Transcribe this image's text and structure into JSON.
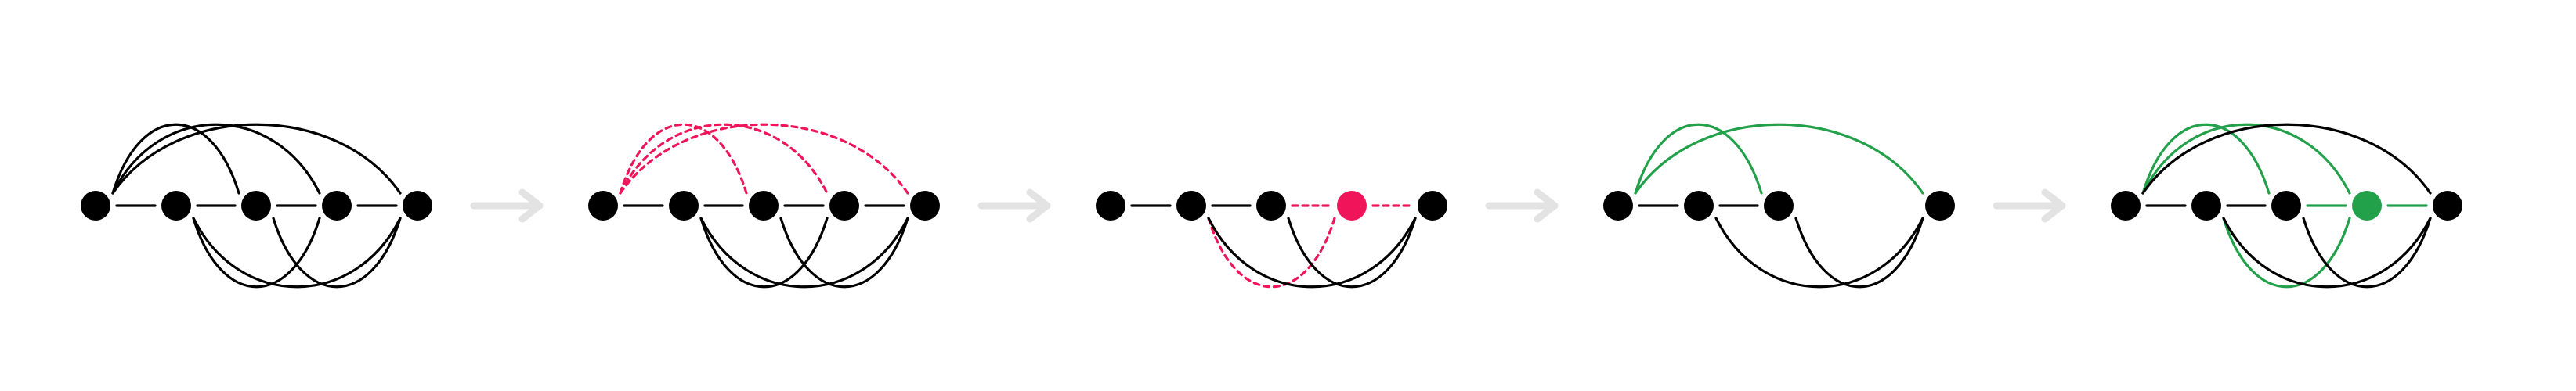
{
  "colors": {
    "node": "#000000",
    "edge": "#000000",
    "removed": "#f0145a",
    "added": "#22a04a",
    "arrow": "#e3e3e3"
  },
  "diagram": {
    "panels": [
      {
        "name": "original-graph",
        "nodes": [
          {
            "id": 0,
            "c": "black"
          },
          {
            "id": 1,
            "c": "black"
          },
          {
            "id": 2,
            "c": "black"
          },
          {
            "id": 3,
            "c": "black"
          },
          {
            "id": 4,
            "c": "black"
          }
        ],
        "edges": [
          {
            "a": 0,
            "b": 1,
            "k": "line"
          },
          {
            "a": 1,
            "b": 2,
            "k": "line"
          },
          {
            "a": 2,
            "b": 3,
            "k": "line"
          },
          {
            "a": 3,
            "b": 4,
            "k": "line"
          },
          {
            "a": 0,
            "b": 2,
            "k": "up"
          },
          {
            "a": 0,
            "b": 3,
            "k": "up"
          },
          {
            "a": 0,
            "b": 4,
            "k": "up"
          },
          {
            "a": 1,
            "b": 3,
            "k": "down"
          },
          {
            "a": 1,
            "b": 4,
            "k": "down"
          },
          {
            "a": 2,
            "b": 4,
            "k": "down"
          }
        ]
      },
      {
        "name": "highlight-removed-edges",
        "nodes": [
          {
            "id": 0,
            "c": "black"
          },
          {
            "id": 1,
            "c": "black"
          },
          {
            "id": 2,
            "c": "black"
          },
          {
            "id": 3,
            "c": "black"
          },
          {
            "id": 4,
            "c": "black"
          }
        ],
        "edges": [
          {
            "a": 0,
            "b": 1,
            "k": "line"
          },
          {
            "a": 1,
            "b": 2,
            "k": "line"
          },
          {
            "a": 2,
            "b": 3,
            "k": "line"
          },
          {
            "a": 3,
            "b": 4,
            "k": "line"
          },
          {
            "a": 0,
            "b": 2,
            "k": "up",
            "style": "removed"
          },
          {
            "a": 0,
            "b": 3,
            "k": "up",
            "style": "removed"
          },
          {
            "a": 0,
            "b": 4,
            "k": "up",
            "style": "removed"
          },
          {
            "a": 1,
            "b": 3,
            "k": "down"
          },
          {
            "a": 1,
            "b": 4,
            "k": "down"
          },
          {
            "a": 2,
            "b": 4,
            "k": "down"
          }
        ]
      },
      {
        "name": "remove-node",
        "nodes": [
          {
            "id": 0,
            "c": "black"
          },
          {
            "id": 1,
            "c": "black"
          },
          {
            "id": 2,
            "c": "black"
          },
          {
            "id": 3,
            "c": "removed"
          },
          {
            "id": 4,
            "c": "black"
          }
        ],
        "edges": [
          {
            "a": 0,
            "b": 1,
            "k": "line"
          },
          {
            "a": 1,
            "b": 2,
            "k": "line"
          },
          {
            "a": 2,
            "b": 3,
            "k": "line",
            "style": "removed"
          },
          {
            "a": 3,
            "b": 4,
            "k": "line",
            "style": "removed"
          },
          {
            "a": 1,
            "b": 3,
            "k": "down",
            "style": "removed"
          },
          {
            "a": 1,
            "b": 4,
            "k": "down"
          },
          {
            "a": 2,
            "b": 4,
            "k": "down"
          }
        ]
      },
      {
        "name": "reduced-graph",
        "nodes": [
          {
            "id": 0,
            "c": "black"
          },
          {
            "id": 1,
            "c": "black"
          },
          {
            "id": 2,
            "c": "black"
          },
          {
            "id": 4,
            "c": "black"
          }
        ],
        "edges": [
          {
            "a": 0,
            "b": 1,
            "k": "line"
          },
          {
            "a": 1,
            "b": 2,
            "k": "line"
          },
          {
            "a": 0,
            "b": 2,
            "k": "up",
            "style": "added"
          },
          {
            "a": 0,
            "b": 4,
            "k": "up",
            "style": "added"
          },
          {
            "a": 1,
            "b": 4,
            "k": "down"
          },
          {
            "a": 2,
            "b": 4,
            "k": "down"
          }
        ]
      },
      {
        "name": "restored-graph",
        "nodes": [
          {
            "id": 0,
            "c": "black"
          },
          {
            "id": 1,
            "c": "black"
          },
          {
            "id": 2,
            "c": "black"
          },
          {
            "id": 3,
            "c": "added"
          },
          {
            "id": 4,
            "c": "black"
          }
        ],
        "edges": [
          {
            "a": 0,
            "b": 1,
            "k": "line"
          },
          {
            "a": 1,
            "b": 2,
            "k": "line"
          },
          {
            "a": 2,
            "b": 3,
            "k": "line",
            "style": "added"
          },
          {
            "a": 3,
            "b": 4,
            "k": "line",
            "style": "added"
          },
          {
            "a": 0,
            "b": 2,
            "k": "up",
            "style": "added"
          },
          {
            "a": 0,
            "b": 3,
            "k": "up",
            "style": "added"
          },
          {
            "a": 0,
            "b": 4,
            "k": "up"
          },
          {
            "a": 1,
            "b": 3,
            "k": "down",
            "style": "added"
          },
          {
            "a": 1,
            "b": 4,
            "k": "down"
          },
          {
            "a": 2,
            "b": 4,
            "k": "down"
          }
        ]
      }
    ]
  }
}
